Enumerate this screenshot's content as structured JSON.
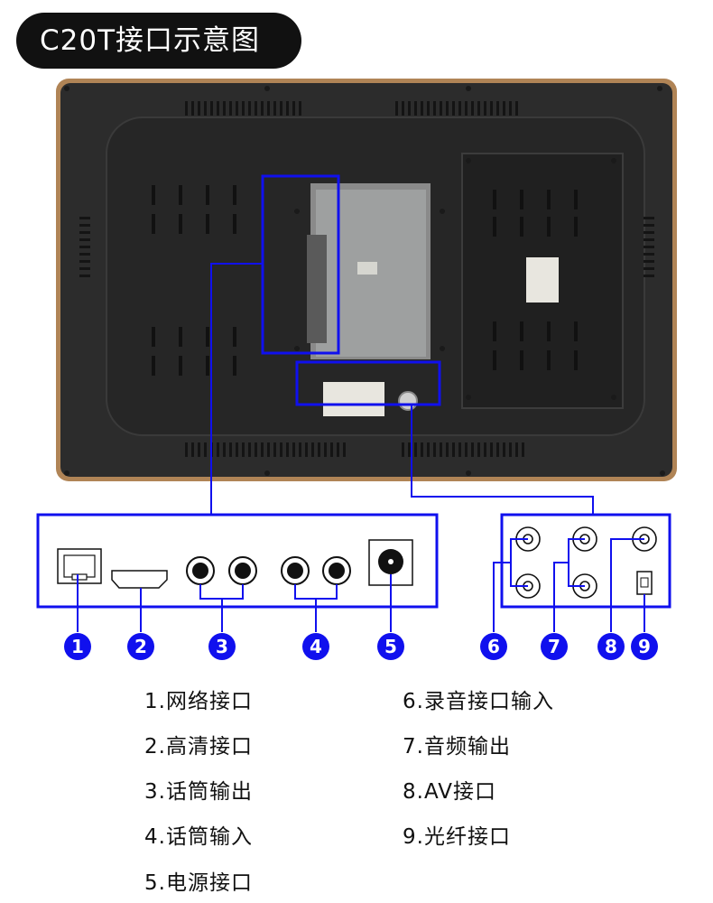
{
  "title": "C20T接口示意图",
  "callout_numbers": [
    "1",
    "2",
    "3",
    "4",
    "5",
    "6",
    "7",
    "8",
    "9"
  ],
  "legend": [
    "1.网络接口",
    "2.高清接口",
    "3.话筒输出",
    "4.话筒输入",
    "5.电源接口",
    "6.录音接口输入",
    "7.音频输出",
    "8.AV接口",
    "9.光纤接口"
  ],
  "colors": {
    "accent_blue": "#1010ee",
    "title_bg": "#111111",
    "device_body": "#2b2b2b",
    "device_frame": "#b08456"
  }
}
